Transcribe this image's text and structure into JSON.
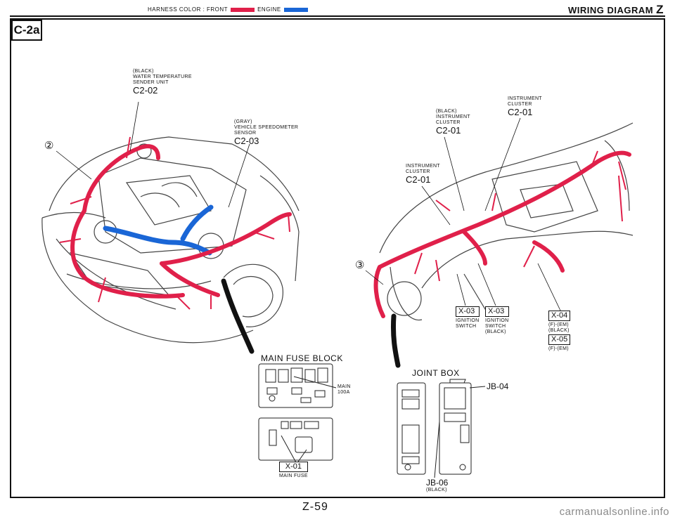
{
  "header": {
    "legend_prefix": "HARNESS COLOR : FRONT",
    "legend_front_color": "#e0204a",
    "legend_engine": "ENGINE",
    "legend_engine_color": "#1a66d6",
    "title": "WIRING DIAGRAM",
    "title_letter": "Z"
  },
  "section_tag": "C-2a",
  "callouts": {
    "c2": "②",
    "c3": "③"
  },
  "engine_labels": {
    "water_temp": {
      "line1": "(BLACK)",
      "line2": "WATER TEMPERATURE",
      "line3": "SENDER UNIT",
      "code": "C2-02"
    },
    "speedo": {
      "line1": "(GRAY)",
      "line2": "VEHICLE SPEEDOMETER",
      "line3": "SENSOR",
      "code": "C2-03"
    }
  },
  "dash_labels": {
    "ic_top": {
      "line1": "INSTRUMENT",
      "line2": "CLUSTER",
      "code": "C2-01"
    },
    "ic_black": {
      "line1": "(BLACK)",
      "line2": "INSTRUMENT",
      "line3": "CLUSTER",
      "code": "C2-01"
    },
    "ic_left": {
      "line1": "INSTRUMENT",
      "line2": "CLUSTER",
      "code": "C2-01"
    }
  },
  "switches": {
    "x03a": {
      "code": "X-03",
      "line1": "IGNITION",
      "line2": "SWITCH"
    },
    "x03b": {
      "code": "X-03",
      "line1": "IGNITION",
      "line2": "SWITCH",
      "line3": "(BLACK)"
    },
    "x04": {
      "code": "X-04",
      "line1": "(F)-(EM)",
      "line2": "(BLACK)"
    },
    "x05": {
      "code": "X-05",
      "line1": "(F)-(EM)"
    }
  },
  "fuse_block": {
    "title": "MAIN FUSE BLOCK",
    "main_line1": "MAIN",
    "main_line2": "100A",
    "code": "X-01",
    "sub": "MAIN FUSE"
  },
  "joint_box": {
    "title": "JOINT BOX",
    "jb04": "JB-04",
    "jb06": "JB-06",
    "jb06_sub": "(BLACK)"
  },
  "footer": {
    "page": "Z-59",
    "watermark": "carmanualsonline.info"
  }
}
